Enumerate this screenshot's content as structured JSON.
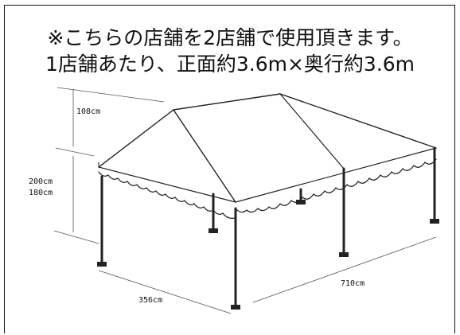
{
  "heading": {
    "line1": "※こちらの店舗を2店舗で使用頂きます。",
    "line2": "1店舗あたり、正面約3.6m×奥行約3.6m"
  },
  "dimensions": {
    "roof_height": "108cm",
    "eave_height_1": "200cm",
    "eave_height_2": "180cm",
    "width": "356cm",
    "length": "710cm"
  }
}
